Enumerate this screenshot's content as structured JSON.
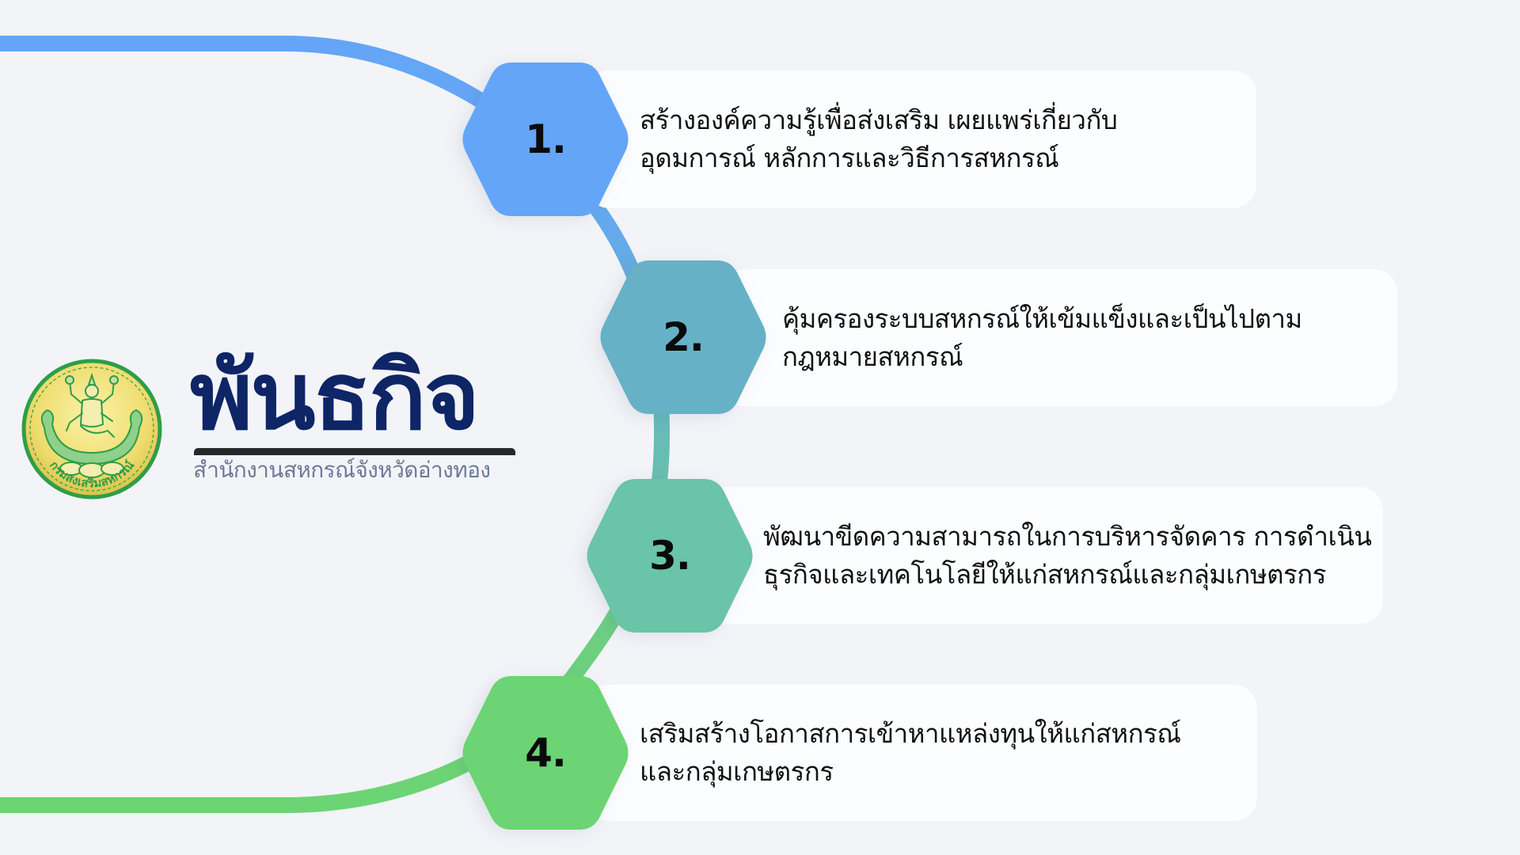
{
  "page": {
    "background": "#F2F4F8",
    "card_background": "#FCFDFE"
  },
  "brand": {
    "title": "พันธกิจ",
    "subtitle": "สำนักงานสหกรณ์จังหวัดอ่างทอง",
    "title_color": "#0E2566",
    "subtitle_color": "#6D7A96",
    "logo": {
      "icon": "cooperative-promotion-department-seal",
      "ring_text": "กรมส่งเสริมสหกรณ์",
      "ring_color": "#2E9E48",
      "fill_color": "#F2E27A"
    }
  },
  "missions": [
    {
      "number": "1.",
      "color": "#64A5F8",
      "lines": [
        "สร้างองค์ความรู้เพื่อส่งเสริม เผยแพร่เกี่ยวกับ",
        "อุดมการณ์ หลักการและวิธีการสหกรณ์"
      ]
    },
    {
      "number": "2.",
      "color": "#66B1C6",
      "lines": [
        "คุ้มครองระบบสหกรณ์ให้เข้มแข็งและเป็นไปตาม",
        "กฎหมายสหกรณ์"
      ]
    },
    {
      "number": "3.",
      "color": "#6AC4A8",
      "lines": [
        "พัฒนาขีดความสามารถในการบริหารจัดคาร การดำเนิน",
        "ธุรกิจและเทคโนโลยีให้แก่สหกรณ์และกลุ่มเกษตรกร"
      ]
    },
    {
      "number": "4.",
      "color": "#6CD474",
      "lines": [
        "เสริมสร้างโอกาสการเข้าหาแหล่งทุนให้แก่สหกรณ์",
        "และกลุ่มเกษตรกร"
      ]
    }
  ]
}
